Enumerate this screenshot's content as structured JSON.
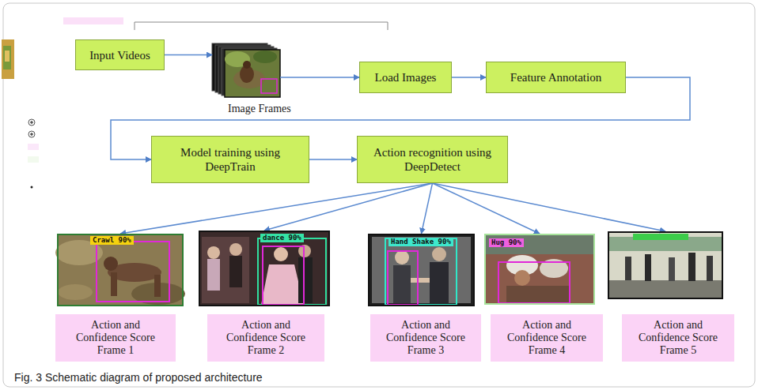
{
  "diagram": {
    "caption": "Fig. 3 Schematic diagram of proposed architecture",
    "nodes": [
      {
        "text": [
          "Input Videos"
        ]
      },
      {
        "text": [
          "Image Frames"
        ]
      },
      {
        "text": [
          "Load Images"
        ]
      },
      {
        "text": [
          "Feature Annotation"
        ]
      },
      {
        "text": [
          "Model training using DeepTrain"
        ]
      },
      {
        "text": [
          "Action recognition using DeepDetect"
        ]
      },
      {
        "text": [
          "Crawl 90%",
          "Action and Confidence Score Frame 1"
        ]
      },
      {
        "text": [
          "dance 90%",
          "Action and Confidence Score Frame 2"
        ]
      },
      {
        "text": [
          "Hand Shake 90%",
          "Action and Confidence Score Frame 3"
        ]
      },
      {
        "text": [
          "Hug 90%",
          "Action and Confidence Score Frame 4"
        ]
      },
      {
        "text": [
          "Action and Confidence Score Frame 5"
        ]
      }
    ],
    "edges": [
      {
        "from": 0,
        "to": 1,
        "arrow": "to"
      },
      {
        "from": 1,
        "to": 2,
        "arrow": "to"
      },
      {
        "from": 2,
        "to": 3,
        "arrow": "to"
      },
      {
        "from": 3,
        "to": 4,
        "arrow": "to"
      },
      {
        "from": 4,
        "to": 5,
        "arrow": "to"
      },
      {
        "from": 5,
        "to": 6,
        "arrow": "to"
      },
      {
        "from": 5,
        "to": 7,
        "arrow": "to"
      },
      {
        "from": 5,
        "to": 8,
        "arrow": "to"
      },
      {
        "from": 5,
        "to": 9,
        "arrow": "to"
      },
      {
        "from": 5,
        "to": 10,
        "arrow": "to"
      }
    ]
  }
}
